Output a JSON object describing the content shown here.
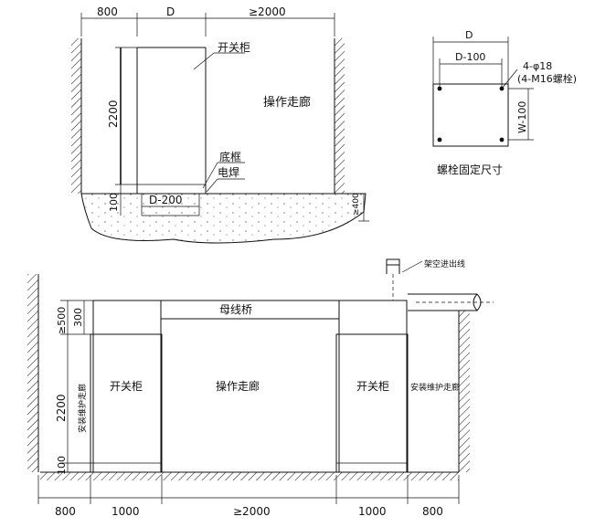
{
  "top_plan": {
    "dim_800": "800",
    "dim_d": "D",
    "dim_2000": "≥2000",
    "dim_2200": "2200",
    "dim_100": "100",
    "dim_d200": "D-200",
    "dim_400": "≥400",
    "label_cabinet": "开关柜",
    "label_corridor": "操作走廊",
    "label_base_frame": "底框",
    "label_weld": "电焊"
  },
  "bolt_detail": {
    "dim_d": "D",
    "dim_d100": "D-100",
    "dim_w100": "W-100",
    "bolt_spec_1": "4-φ18",
    "bolt_spec_2": "(4-M16螺栓)",
    "caption": "螺栓固定尺寸"
  },
  "section": {
    "label_overhead_line": "架空进出线",
    "label_busbar_bridge": "母线桥",
    "label_cabinet_left": "开关柜",
    "label_corridor": "操作走廊",
    "label_cabinet_right": "开关柜",
    "label_maint_right": "安装维护走廊",
    "label_maint_left": "安装维护走廊",
    "dim_500": "≥500",
    "dim_300": "300",
    "dim_2200": "2200",
    "dim_100": "100",
    "bottom_dims": [
      "800",
      "1000",
      "≥2000",
      "1000",
      "800"
    ]
  }
}
